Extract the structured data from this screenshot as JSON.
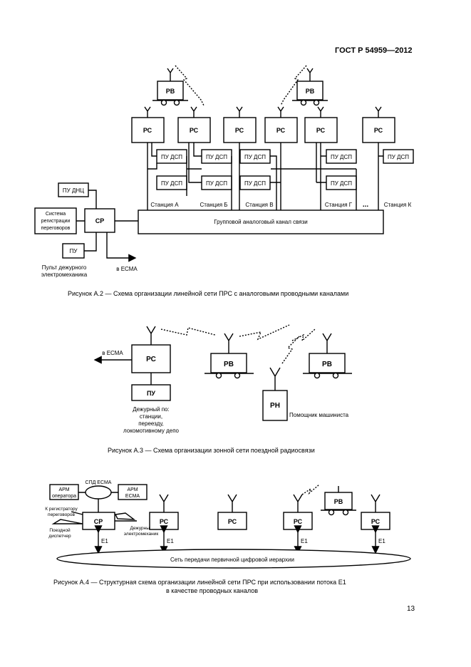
{
  "header": "ГОСТ Р 54959—2012",
  "page_number": "13",
  "fig_a2": {
    "pv": "РВ",
    "pc": "РС",
    "pu_dsp": "ПУ ДСП",
    "pu_dnc": "ПУ ДНЦ",
    "pu": "ПУ",
    "sr": "СР",
    "reg_system": [
      "Система",
      "регистрации",
      "переговоров"
    ],
    "pult": [
      "Пульт дежурного",
      "электромеханика"
    ],
    "to_esma": "в ЕСМА",
    "group_channel": "Групповой аналоговый канал связи",
    "stations": [
      "Станция А",
      "Станция Б",
      "Станция В",
      "Станция Г",
      "Станция К"
    ],
    "dots": "...",
    "caption": "Рисунок А.2 — Схема организации линейной сети ПРС с аналоговыми проводными каналами"
  },
  "fig_a3": {
    "to_esma": "в ЕСМА",
    "pc": "РС",
    "pu": "ПУ",
    "pv": "РВ",
    "ph": "РН",
    "duty": [
      "Дежурный по:",
      "станции,",
      "переезду,",
      "локомотивному депо"
    ],
    "helper": "Помощник машиниста",
    "caption": "Рисунок  А.3 — Схема организации зонной сети поездной радиосвязи"
  },
  "fig_a4": {
    "spd": "СПД ЕСМА",
    "arm_operator": [
      "АРМ",
      "оператора"
    ],
    "arm_esma": [
      "АРМ",
      "ЕСМА"
    ],
    "sr": "СР",
    "pc": "РС",
    "pv": "РВ",
    "to_registrator": [
      "К регистратору",
      "переговоров"
    ],
    "train_dispatcher": [
      "Поездной",
      "диспетчер"
    ],
    "duty_mech": [
      "Дежурный",
      "электромеханик"
    ],
    "e1": "Е1",
    "network": "Сеть передачи первичной цифровой иерархии",
    "caption": [
      "Рисунок  А.4 — Структурная схема организации линейной сети ПРС при использовании потока Е1",
      "в качестве проводных каналов"
    ]
  }
}
